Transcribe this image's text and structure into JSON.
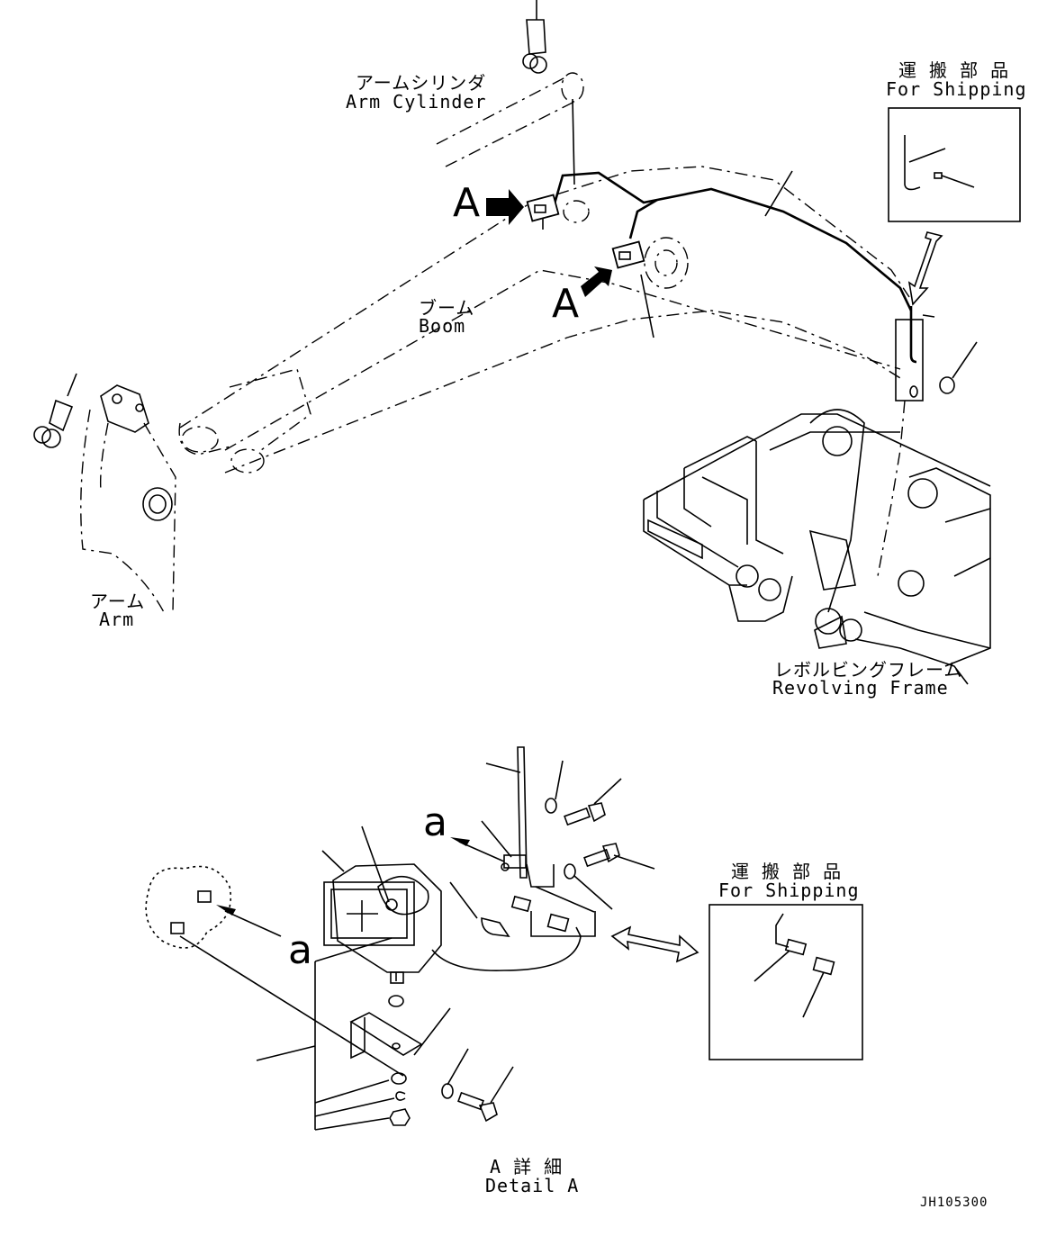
{
  "labels": {
    "arm_cylinder_jp": "アームシリンダ",
    "arm_cylinder_en": "Arm Cylinder",
    "boom_jp": "ブーム",
    "boom_en": "Boom",
    "arm_jp": "アーム",
    "arm_en": "Arm",
    "revolving_frame_jp": "レボルビングフレーム",
    "revolving_frame_en": "Revolving Frame",
    "shipping_top_jp": "運 搬 部 品",
    "shipping_top_en": "For Shipping",
    "shipping_bottom_jp": "運 搬 部 品",
    "shipping_bottom_en": "For Shipping",
    "view_a_1": "A",
    "view_a_2": "A",
    "ref_a_1": "a",
    "ref_a_2": "a",
    "detail_jp": "A 詳 細",
    "detail_en": "Detail A",
    "drawing_id": "JH105300"
  }
}
